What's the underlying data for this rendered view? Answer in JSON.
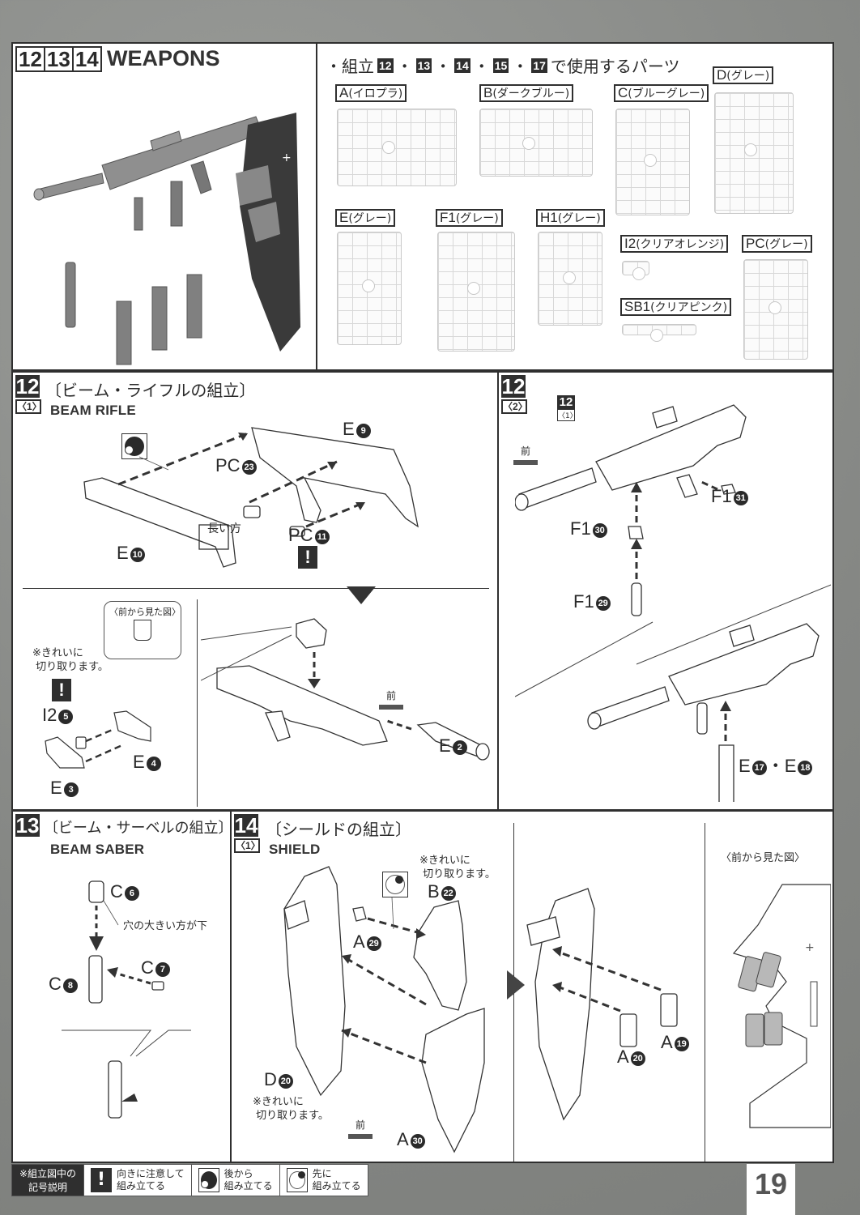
{
  "page": {
    "number": "19",
    "section_title": "WEAPONS",
    "section_steps": [
      "12",
      "13",
      "14"
    ]
  },
  "parts_list": {
    "heading_prefix": "・組立",
    "heading_steps": [
      "12",
      "13",
      "14",
      "15",
      "17"
    ],
    "heading_suffix": "で使用するパーツ",
    "runners": [
      {
        "code": "A",
        "desc": "(イロプラ)"
      },
      {
        "code": "B",
        "desc": "(ダークブルー)"
      },
      {
        "code": "C",
        "desc": "(ブルーグレー)"
      },
      {
        "code": "D",
        "desc": "(グレー)"
      },
      {
        "code": "E",
        "desc": "(グレー)"
      },
      {
        "code": "F1",
        "desc": "(グレー)"
      },
      {
        "code": "H1",
        "desc": "(グレー)"
      },
      {
        "code": "I2",
        "desc": "(クリアオレンジ)"
      },
      {
        "code": "SB1",
        "desc": "(クリアピンク)"
      },
      {
        "code": "PC",
        "desc": "(グレー)"
      }
    ]
  },
  "step12_1": {
    "step": "12",
    "sub": "〈1〉",
    "title_jp": "〔ビーム・ライフルの組立〕",
    "title_en": "BEAM RIFLE",
    "parts": {
      "e9": {
        "runner": "E",
        "num": "9"
      },
      "pc23": {
        "runner": "PC",
        "num": "23"
      },
      "pc11": {
        "runner": "PC",
        "num": "11"
      },
      "e10": {
        "runner": "E",
        "num": "10"
      }
    },
    "note_long_side": "長い方",
    "lower": {
      "front_view": "〈前から見た図〉",
      "cut_note": "※きれいに\n 切り取ります。",
      "i2_5": {
        "runner": "I2",
        "num": "5"
      },
      "e3": {
        "runner": "E",
        "num": "3"
      },
      "e4": {
        "runner": "E",
        "num": "4"
      },
      "e2": {
        "runner": "E",
        "num": "2"
      },
      "front_label": "前"
    }
  },
  "step12_2": {
    "step": "12",
    "sub": "〈2〉",
    "ref_step": "12",
    "ref_sub": "〈1〉",
    "front_label": "前",
    "parts": {
      "f31": {
        "runner": "F1",
        "num": "31"
      },
      "f30": {
        "runner": "F1",
        "num": "30"
      },
      "f29": {
        "runner": "F1",
        "num": "29"
      },
      "e17": {
        "runner": "E",
        "num": "17"
      },
      "e18": {
        "runner": "E",
        "num": "18"
      }
    }
  },
  "step13": {
    "step": "13",
    "title_jp": "〔ビーム・サーベルの組立〕",
    "title_en": "BEAM SABER",
    "parts": {
      "c6": {
        "runner": "C",
        "num": "6"
      },
      "c7": {
        "runner": "C",
        "num": "7"
      },
      "c8": {
        "runner": "C",
        "num": "8"
      }
    },
    "note_hole": "穴の大きい方が下"
  },
  "step14_1": {
    "step": "14",
    "sub": "〈1〉",
    "title_jp": "〔シールドの組立〕",
    "title_en": "SHIELD",
    "cut_note_b": "※きれいに\n 切り取ります。",
    "cut_note_d": "※きれいに\n 切り取ります。",
    "front_label": "前",
    "front_view": "〈前から見た図〉",
    "parts": {
      "b22": {
        "runner": "B",
        "num": "22"
      },
      "a29": {
        "runner": "A",
        "num": "29"
      },
      "d20": {
        "runner": "D",
        "num": "20"
      },
      "a30": {
        "runner": "A",
        "num": "30"
      },
      "a20": {
        "runner": "A",
        "num": "20"
      },
      "a19": {
        "runner": "A",
        "num": "19"
      }
    }
  },
  "legend": {
    "title": "※組立図中の\n記号説明",
    "items": [
      {
        "icon": "exclamation-icon",
        "text": "向きに注意して\n組み立てる"
      },
      {
        "icon": "assemble-later-icon",
        "text": "後から\n組み立てる"
      },
      {
        "icon": "assemble-first-icon",
        "text": "先に\n組み立てる"
      }
    ]
  }
}
